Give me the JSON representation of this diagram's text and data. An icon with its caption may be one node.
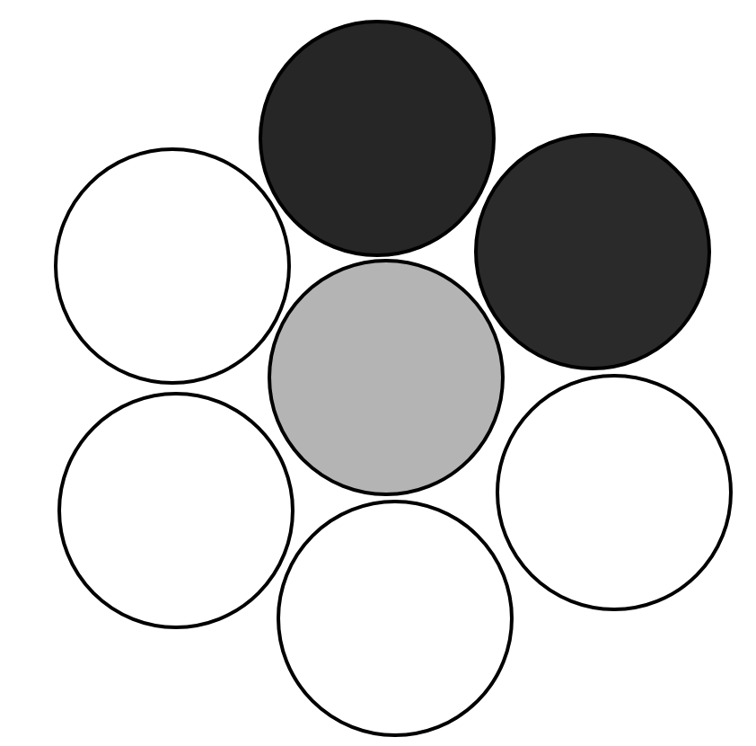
{
  "diagram": {
    "nodes": [
      {
        "text": [],
        "shape": "circle"
      },
      {
        "text": [],
        "shape": "circle"
      },
      {
        "text": [],
        "shape": "circle"
      },
      {
        "text": [],
        "shape": "circle"
      },
      {
        "text": [],
        "shape": "circle"
      },
      {
        "text": [],
        "shape": "circle"
      },
      {
        "text": [],
        "shape": "circle"
      }
    ]
  }
}
